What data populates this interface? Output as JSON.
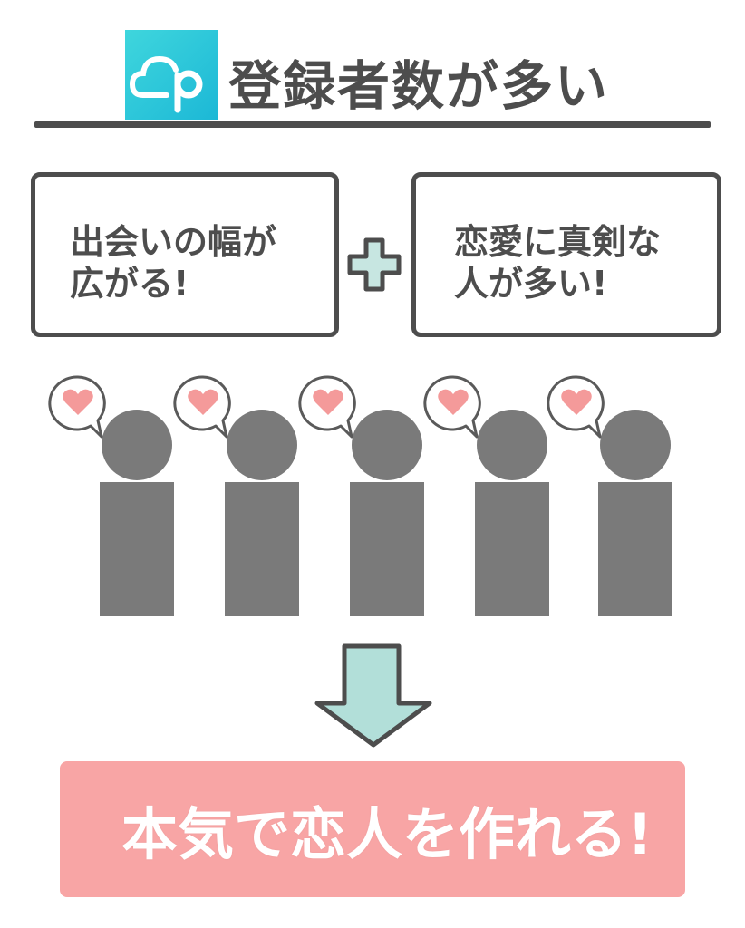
{
  "header": {
    "logo_icon": "cloud-p-logo-icon",
    "title": "登録者数が多い"
  },
  "boxes": {
    "left": {
      "line1": "出会いの幅が",
      "line2": "広がる!"
    },
    "right": {
      "line1": "恋愛に真剣な",
      "line2": "人が多い!"
    }
  },
  "plus_icon": "plus-icon",
  "people": [
    {
      "icon": "person-icon",
      "bubble": "heart-bubble-icon"
    },
    {
      "icon": "person-icon",
      "bubble": "heart-bubble-icon"
    },
    {
      "icon": "person-icon",
      "bubble": "heart-bubble-icon"
    },
    {
      "icon": "person-icon",
      "bubble": "heart-bubble-icon"
    },
    {
      "icon": "person-icon",
      "bubble": "heart-bubble-icon"
    }
  ],
  "arrow_icon": "down-arrow-icon",
  "result": {
    "text": "本気で恋人を作れる!"
  },
  "colors": {
    "logo": "#1cb8d6",
    "text": "#4d4d4d",
    "person": "#7a7a7a",
    "heart": "#f49a9a",
    "plus_fill": "#c7e6e1",
    "arrow_fill": "#b2dfd9",
    "result_bg": "#f8a5a5"
  }
}
